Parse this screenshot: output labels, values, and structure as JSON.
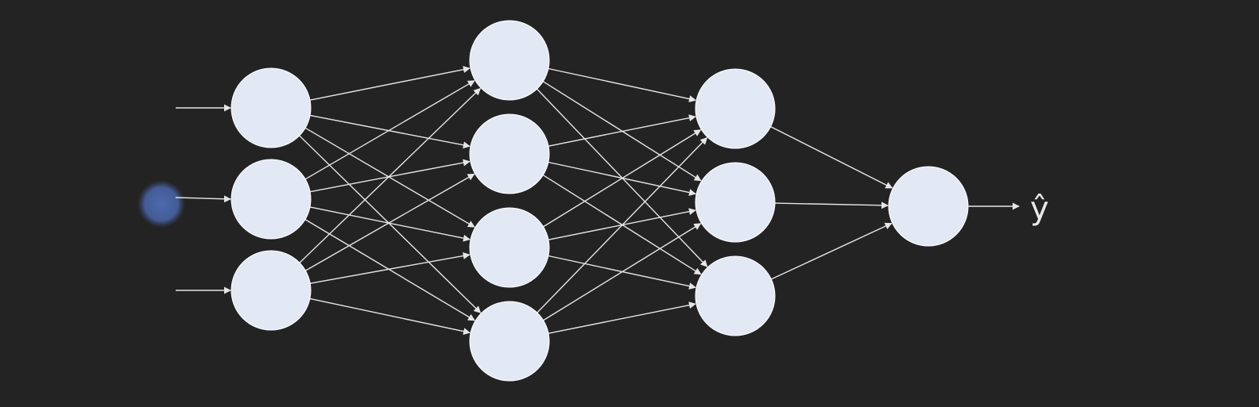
{
  "diagram": {
    "layers": [
      {
        "id": "input",
        "size": 3
      },
      {
        "id": "hidden1",
        "size": 4
      },
      {
        "id": "hidden2",
        "size": 3
      },
      {
        "id": "output",
        "size": 1
      }
    ],
    "output_label": "ŷ",
    "colors": {
      "background": "#232323",
      "neuron_fill": "#e3e8f5",
      "edge": "#e6e6e6",
      "label": "#e9e9e9",
      "cursor": "#4f6fb8"
    },
    "cursor_visible": true
  }
}
